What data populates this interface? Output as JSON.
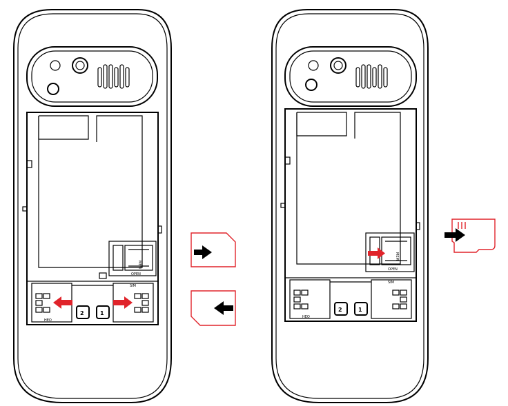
{
  "panels": [
    {
      "id": "sim-insert",
      "slot_labels": {
        "left_slot": "2",
        "right_slot": "1"
      },
      "card_text": {
        "left_card": "HEO",
        "right_card": "SIM"
      },
      "memory_holder_text": {
        "mark": "MEM",
        "open": "OPEN"
      }
    },
    {
      "id": "memory-card-insert",
      "slot_labels": {
        "left_slot": "2",
        "right_slot": "1"
      },
      "card_text": {
        "left_card": "HEO",
        "right_card": "SIM"
      },
      "memory_holder_text": {
        "mark": "MEM",
        "open": "OPEN"
      }
    }
  ],
  "colors": {
    "outline": "#000000",
    "accent": "#e0232a",
    "background": "#ffffff"
  }
}
